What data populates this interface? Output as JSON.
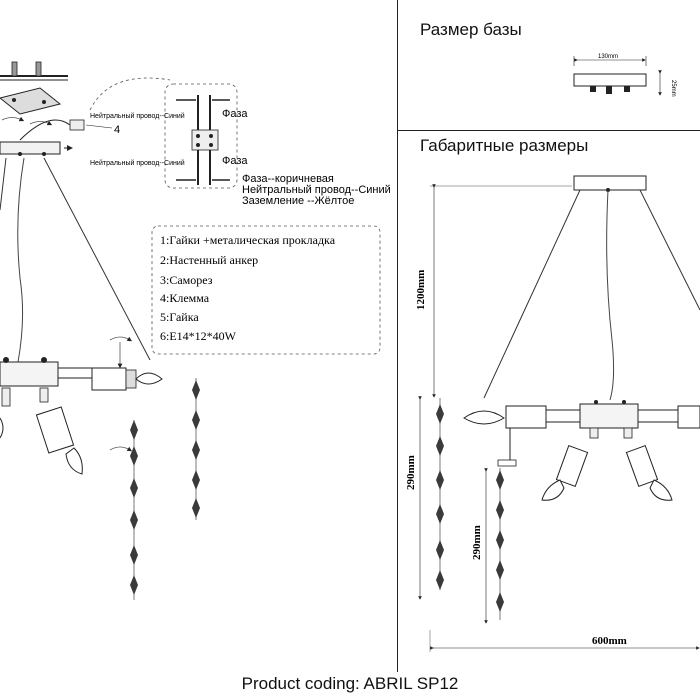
{
  "sections": {
    "base_size_title": "Размер базы",
    "overall_size_title": "Габаритные размеры"
  },
  "footer": {
    "product_coding": "Product coding: ABRIL SP12"
  },
  "wiring": {
    "neutral_wire_top": "Нейтральный провод--Синий",
    "neutral_wire_bottom": "Нейтральный провод--Синий",
    "phase_top": "Фаза",
    "phase_bottom": "Фаза",
    "callout_number": "4",
    "legend_phase": "Фаза--коричневая",
    "legend_neutral": "Нейтральный провод--Синий",
    "legend_ground": "Заземление --Жёлтое"
  },
  "parts": [
    "1:Гайки +металическая прокладка",
    "2:Настенный анкер",
    "3:Саморез",
    "4:Клемма",
    "5:Гайка",
    "6:E14*12*40W"
  ],
  "dimensions": {
    "base_width": "130mm",
    "base_height": "25mm",
    "overall_height": "1200mm",
    "arm_drop": "290mm",
    "crystal_length": "290mm",
    "overall_width": "600mm"
  },
  "colors": {
    "line": "#222222",
    "dashed": "#555555",
    "crystal": "#3a3a3a"
  }
}
